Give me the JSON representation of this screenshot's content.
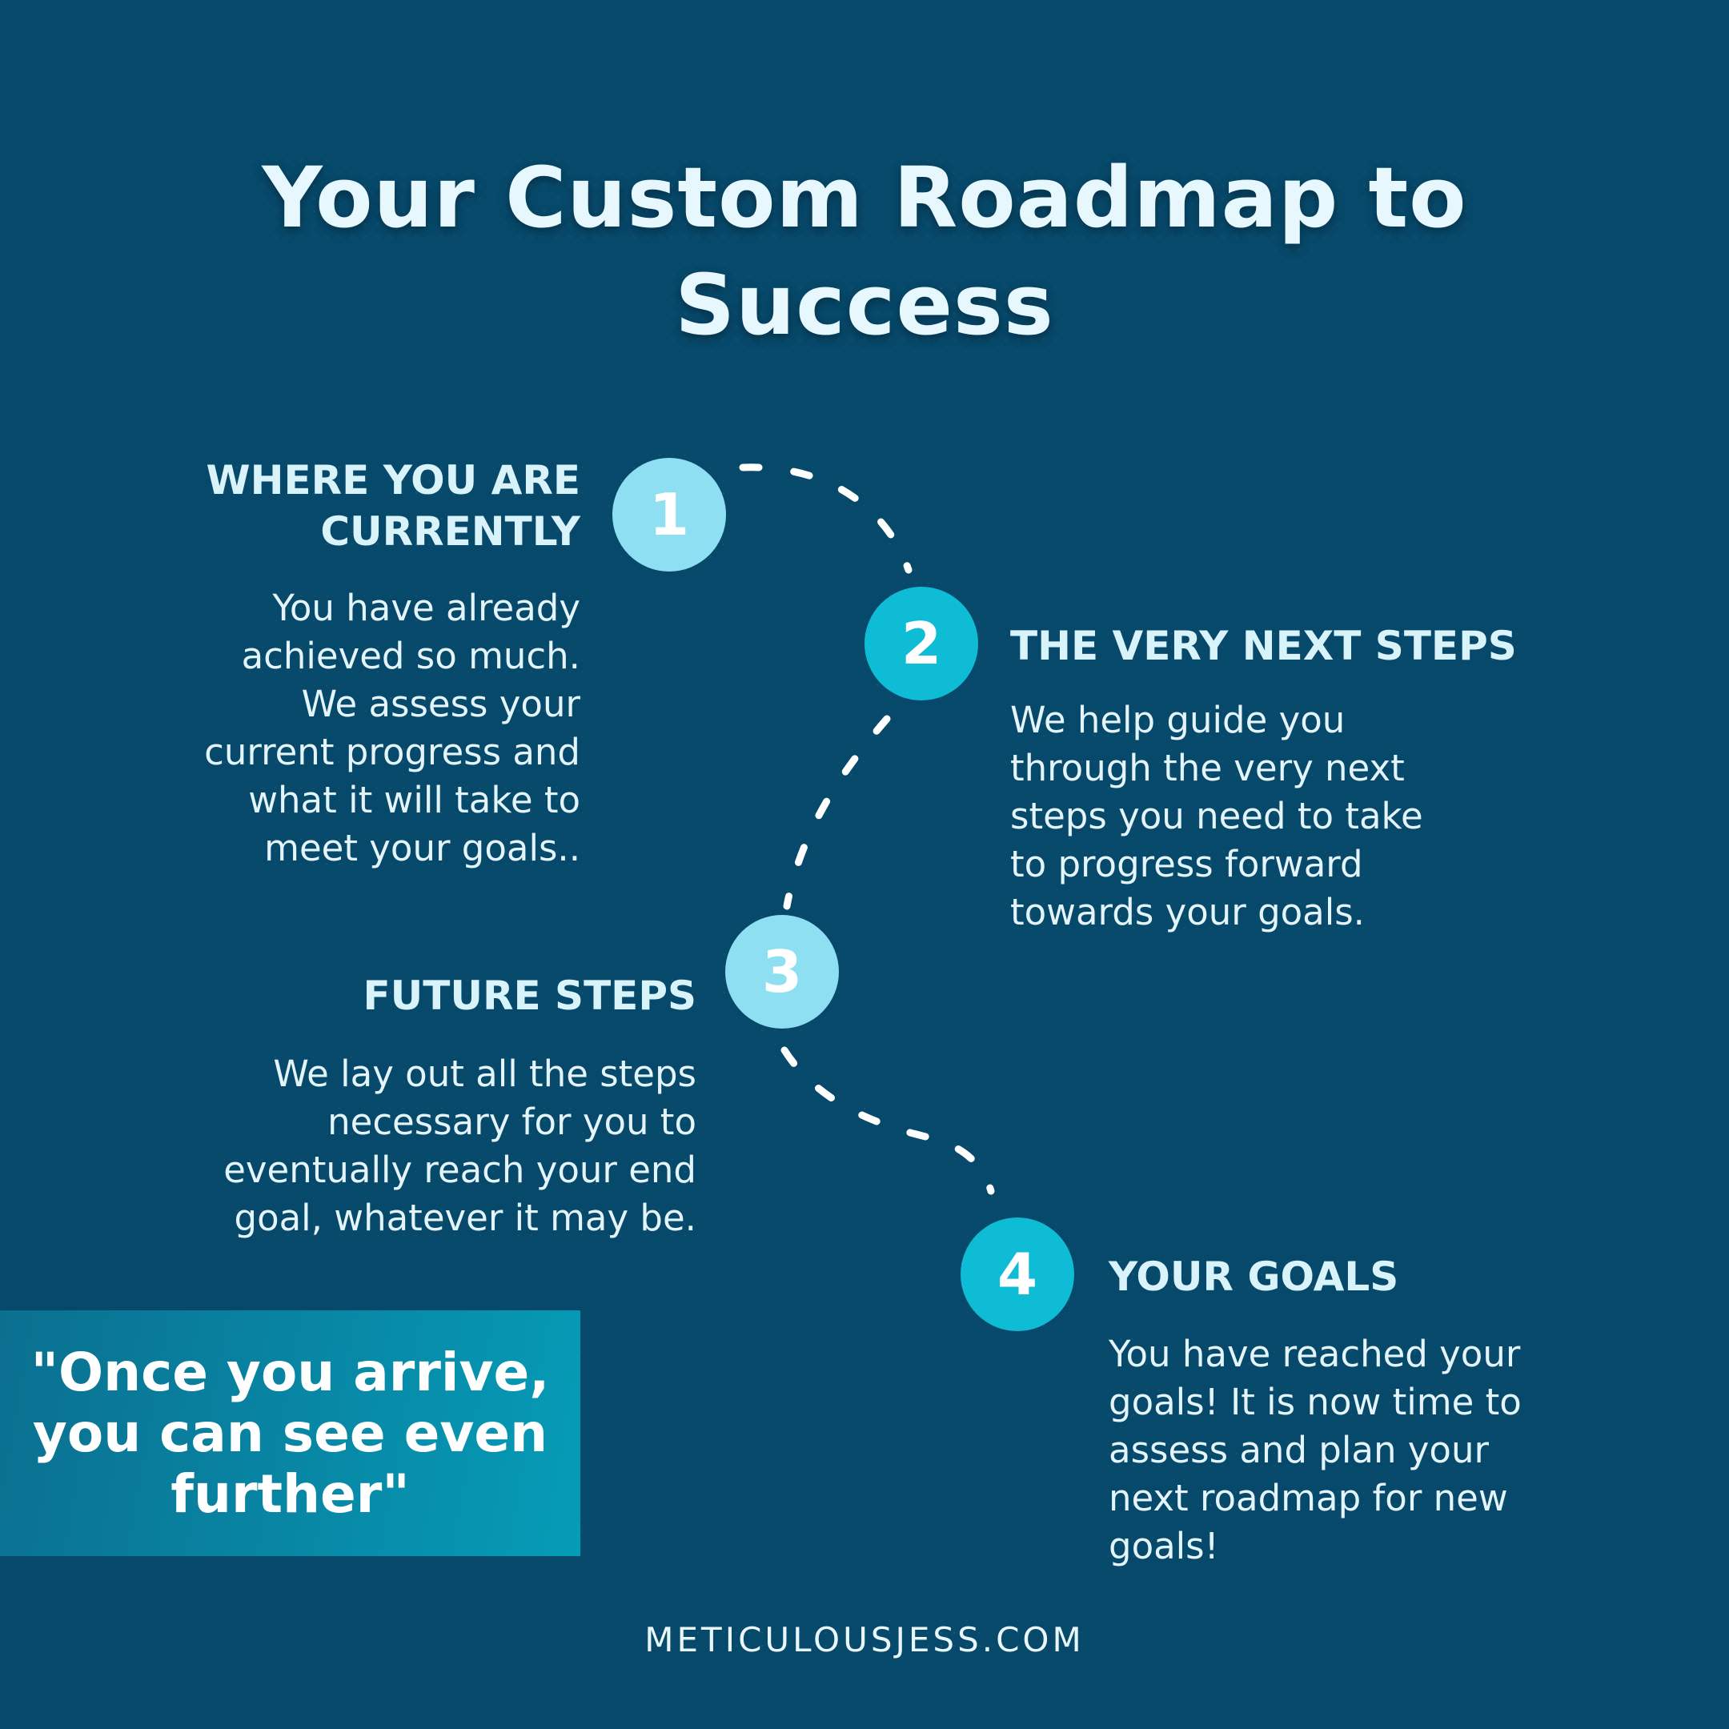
{
  "title": {
    "line1": "Your Custom Roadmap to",
    "line2": "Success"
  },
  "steps": [
    {
      "number": "1",
      "heading_line1": "WHERE YOU ARE",
      "heading_line2": "CURRENTLY",
      "body_lines": [
        "You have already",
        "achieved so much.",
        "We assess your",
        "current progress and",
        "what it will take to",
        "meet your goals.."
      ]
    },
    {
      "number": "2",
      "heading_line1": "THE VERY NEXT STEPS",
      "body_lines": [
        "We help guide you",
        "through the very next",
        "steps you need to take",
        "to progress forward",
        "towards your goals."
      ]
    },
    {
      "number": "3",
      "heading_line1": "FUTURE STEPS",
      "body_lines": [
        "We lay out all the steps",
        "necessary for you to",
        "eventually reach your end",
        "goal, whatever it may be."
      ]
    },
    {
      "number": "4",
      "heading_line1": "YOUR GOALS",
      "body_lines": [
        "You have reached your",
        "goals! It is now time to",
        "assess and plan your",
        "next roadmap for new",
        "goals!"
      ]
    }
  ],
  "quote": {
    "line1": "\"Once you arrive,",
    "line2": "you can see even",
    "line3": "further\""
  },
  "footer": "METICULOUSJESS.COM",
  "colors": {
    "background": "#07496b",
    "circle_light": "#8fdff3",
    "circle_cyan": "#0fbcd6",
    "text": "#e6f8fd"
  }
}
